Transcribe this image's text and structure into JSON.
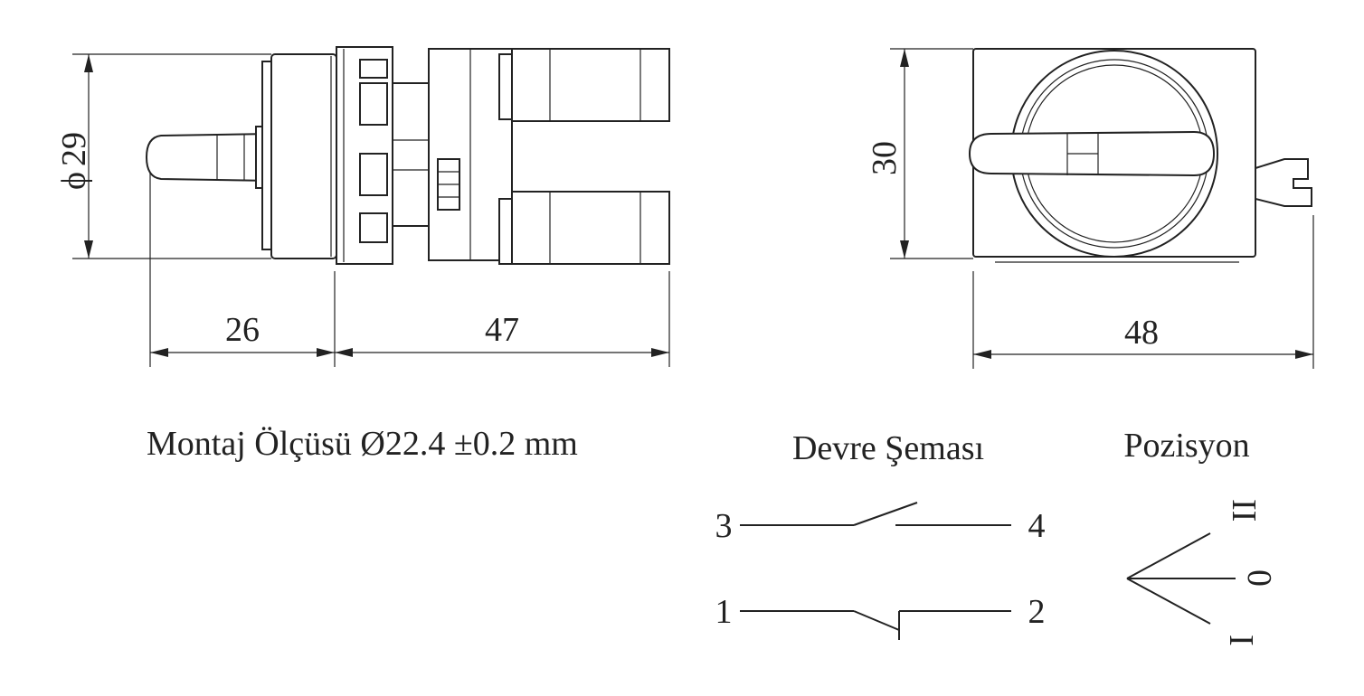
{
  "dimensions": {
    "diameter": "29",
    "diameter_symbol": "ϕ",
    "front_depth": "26",
    "rear_depth": "47",
    "height": "30",
    "width": "48"
  },
  "labels": {
    "mounting": "Montaj Ölçüsü Ø22.4 ±0.2 mm",
    "circuit": "Devre Şeması",
    "position": "Pozisyon"
  },
  "circuit": {
    "terminals": [
      "3",
      "4",
      "1",
      "2"
    ]
  },
  "positions": [
    "II",
    "0",
    "I"
  ]
}
